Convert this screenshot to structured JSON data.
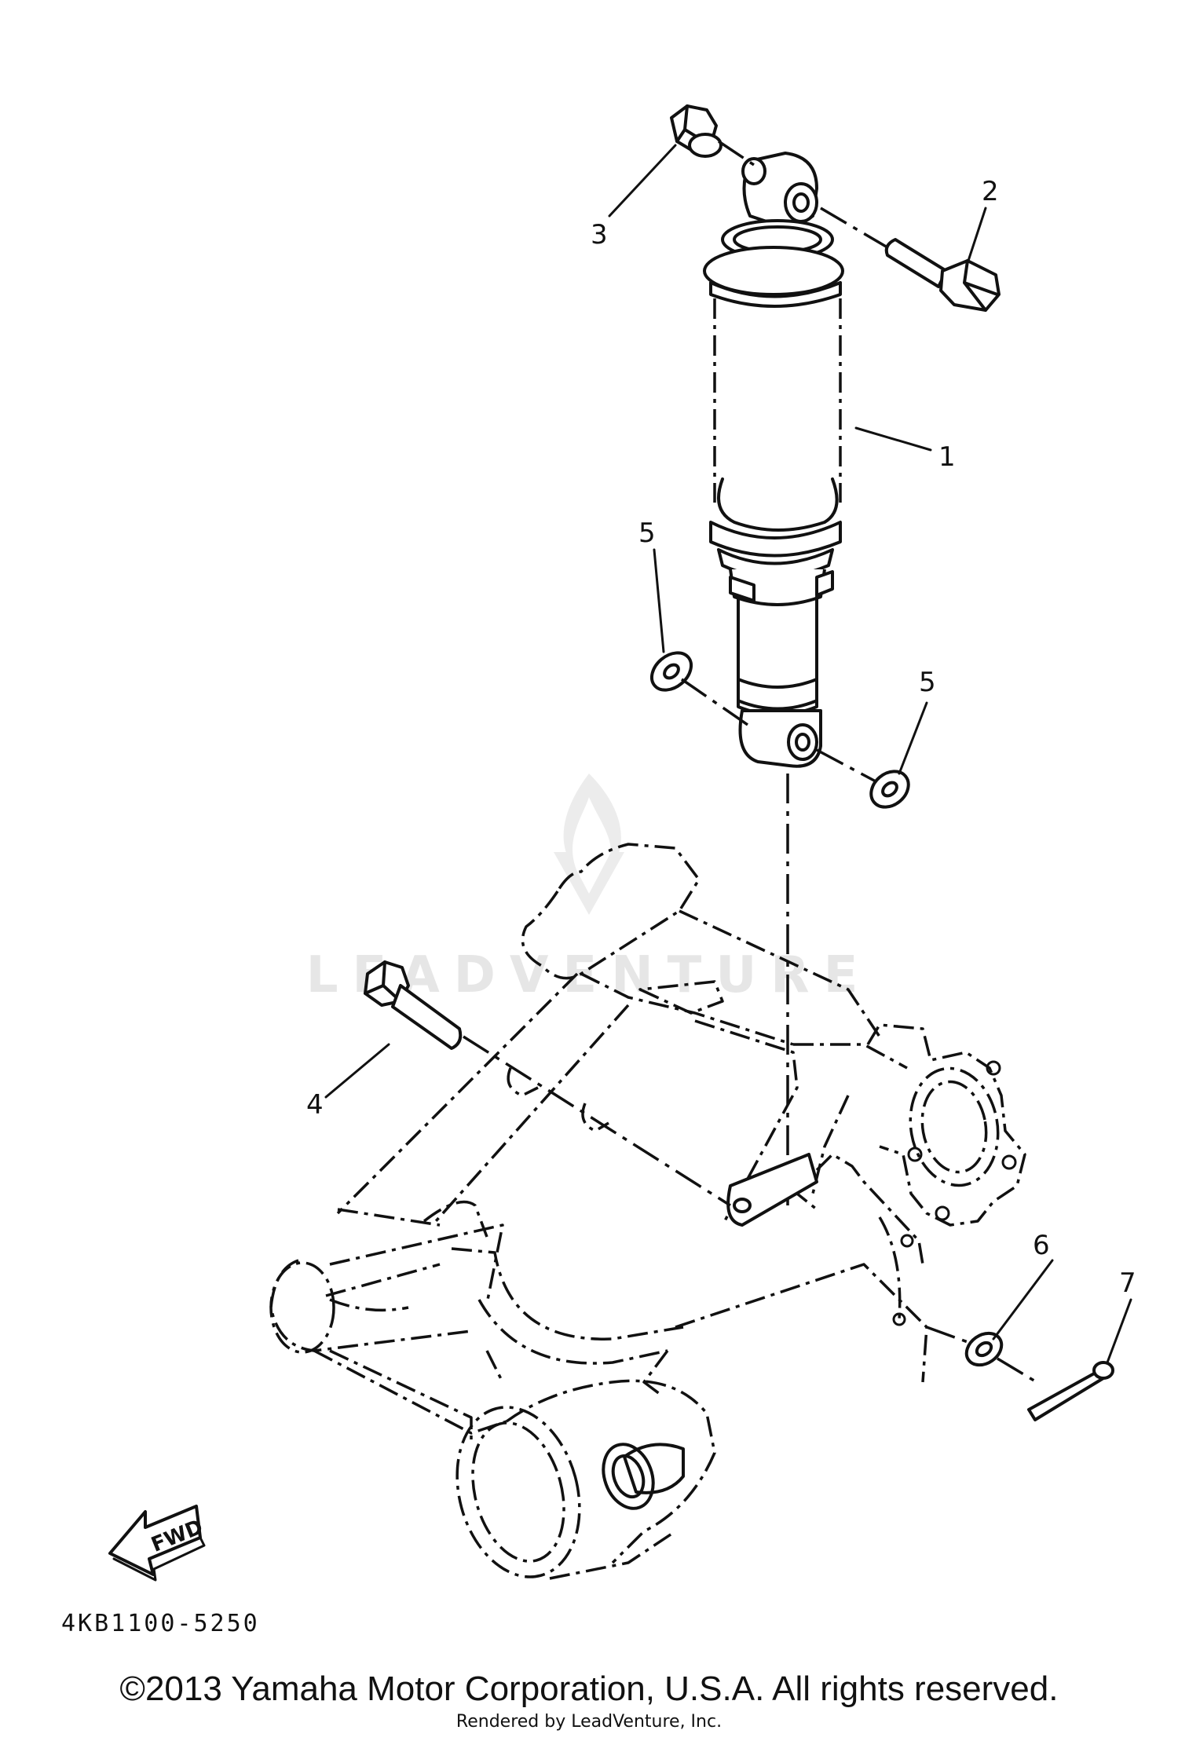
{
  "watermark": {
    "text": "LEADVENTURE"
  },
  "callouts": [
    {
      "id": "1",
      "label": "1"
    },
    {
      "id": "2",
      "label": "2"
    },
    {
      "id": "3",
      "label": "3"
    },
    {
      "id": "4",
      "label": "4"
    },
    {
      "id": "5a",
      "label": "5"
    },
    {
      "id": "5b",
      "label": "5"
    },
    {
      "id": "6",
      "label": "6"
    },
    {
      "id": "7",
      "label": "7"
    }
  ],
  "fwd_arrow": {
    "label": "FWD"
  },
  "part_code": "4KB1100-5250",
  "copyright": "©2013 Yamaha Motor Corporation, U.S.A. All rights reserved.",
  "rendered_by": "Rendered by LeadVenture, Inc."
}
